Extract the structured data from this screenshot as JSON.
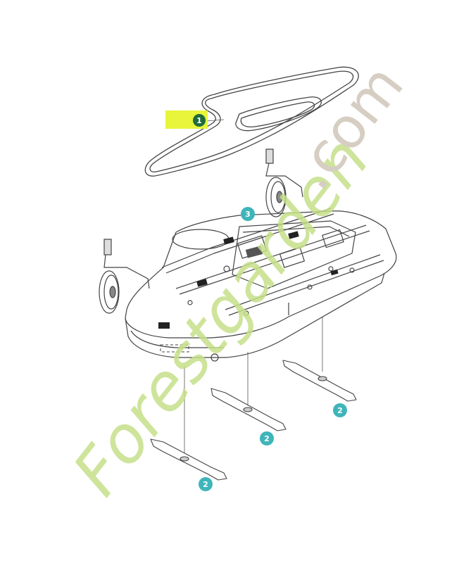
{
  "callouts": {
    "belt": {
      "number": "1",
      "highlighted": true
    },
    "pulley_assembly": {
      "number": "3"
    },
    "blades": [
      {
        "number": "2"
      },
      {
        "number": "2"
      },
      {
        "number": "2"
      }
    ]
  },
  "watermark": {
    "brand": "Forestgarden",
    "domain": ".com"
  },
  "colors": {
    "callout_green": "#1f6b3a",
    "callout_teal": "#3fb5ba",
    "highlight_yellow": "#e8f53a",
    "line": "#444444",
    "watermark_green": "#c6e08a",
    "watermark_orange": "#f2c26a",
    "watermark_grey": "#cfc6b8"
  }
}
